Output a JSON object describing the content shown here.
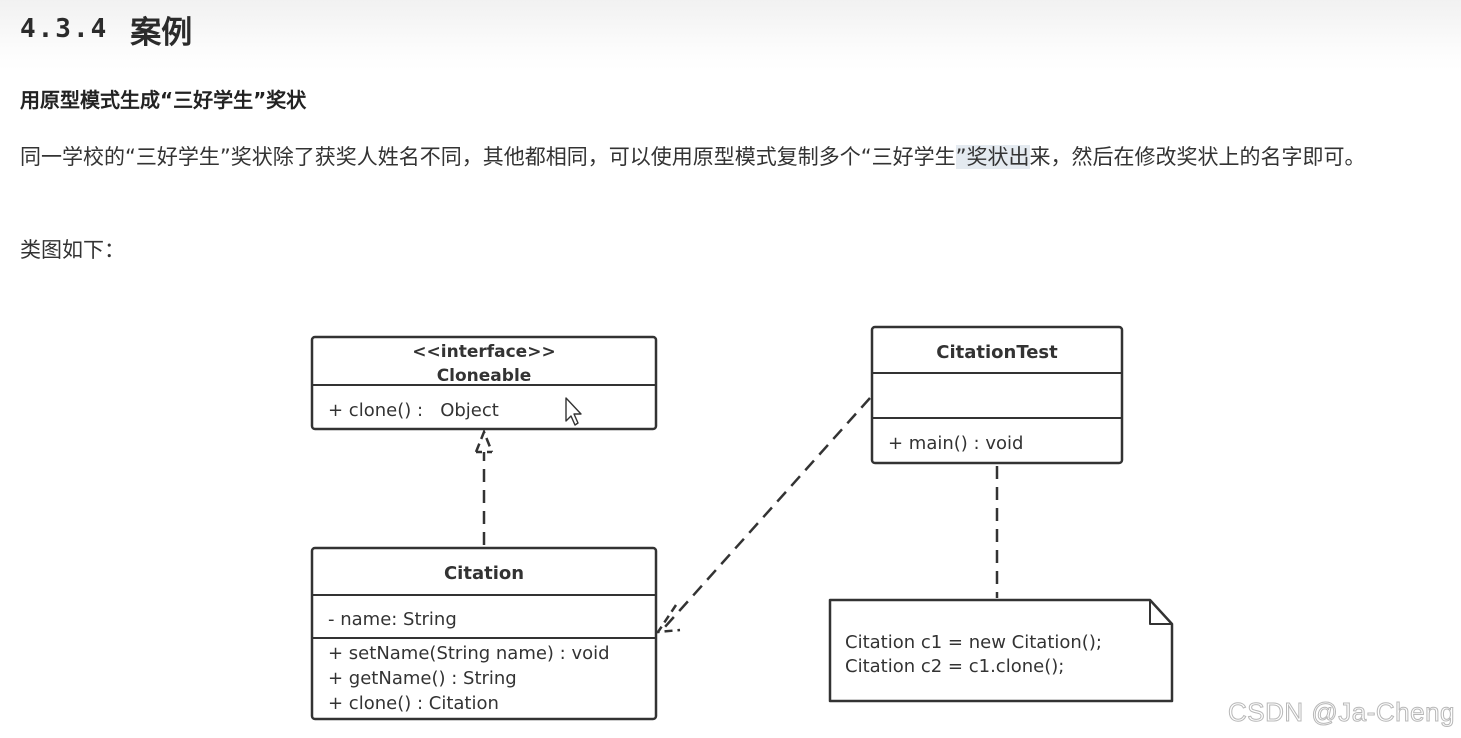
{
  "heading": {
    "number": "4.3.4",
    "title": "案例"
  },
  "subheading": "用原型模式生成“三好学生”奖状",
  "paragraph": {
    "text_before": "同一学校的“三好学生”奖状除了获奖人姓名不同，其他都相同，可以使用原型模式复制多个“三好学生",
    "text_highlight": "”奖状出",
    "text_after": "来，然后在修改奖状上的名字即可。"
  },
  "lead_text": "类图如下：",
  "diagram": {
    "cloneable": {
      "stereotype": "<<interface>>",
      "name": "Cloneable",
      "method": "+ clone() :   Object"
    },
    "citation": {
      "name": "Citation",
      "attribute": "- name: String",
      "methods": [
        "+ setName(String name) : void",
        "+ getName() : String",
        "+ clone() : Citation"
      ]
    },
    "citation_test": {
      "name": "CitationTest",
      "method": "+ main() : void"
    },
    "note": {
      "lines": [
        "Citation c1 = new Citation();",
        "Citation c2 = c1.clone();"
      ]
    }
  },
  "watermark": "CSDN @Ja-Cheng",
  "colors": {
    "text": "#333333",
    "heading": "#2b2b2b",
    "border": "#333333",
    "highlight": "#e4eaf0"
  }
}
